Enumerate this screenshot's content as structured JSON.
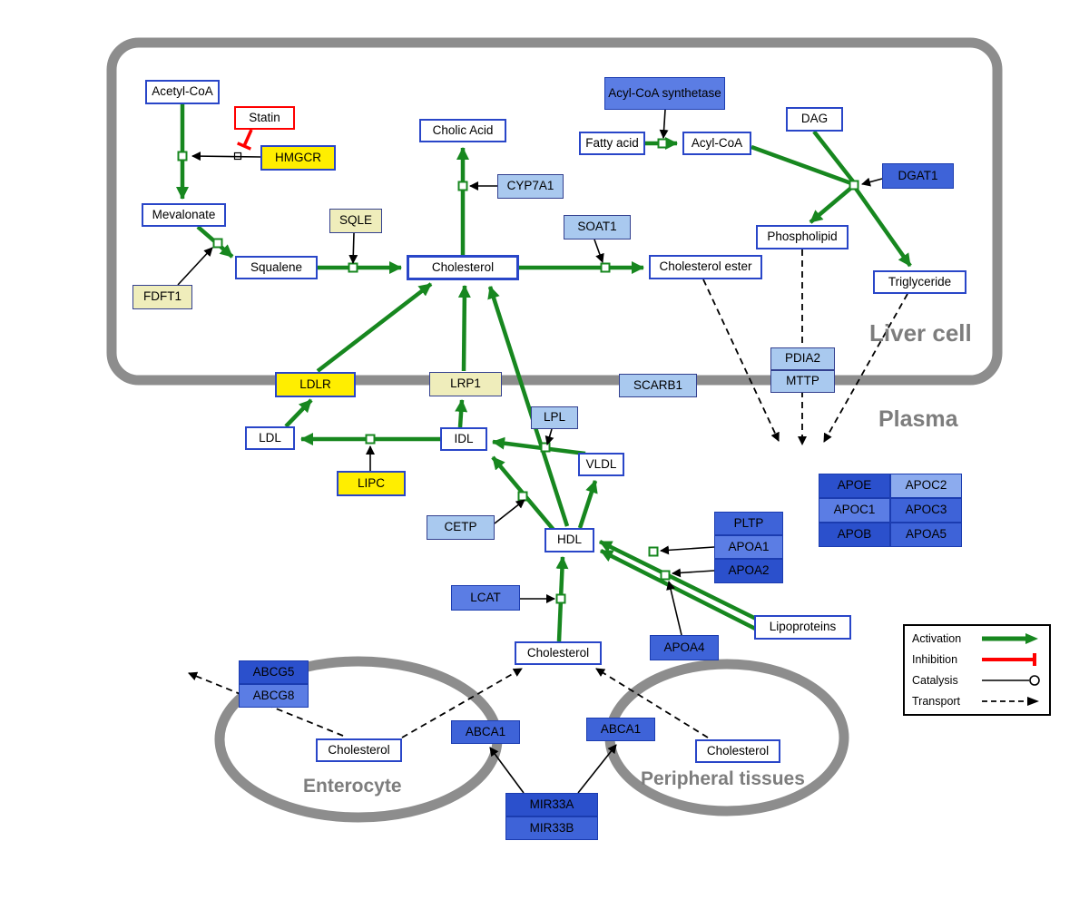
{
  "compartments": {
    "liver": "Liver cell",
    "plasma": "Plasma",
    "enterocyte": "Enterocyte",
    "peripheral": "Peripheral tissues"
  },
  "nodes": {
    "acetyl_coa": "Acetyl-CoA",
    "statin": "Statin",
    "hmgcr": "HMGCR",
    "mevalonate": "Mevalonate",
    "sqle": "SQLE",
    "fdft1": "FDFT1",
    "squalene": "Squalene",
    "cholesterol_liver": "Cholesterol",
    "cholic_acid": "Cholic Acid",
    "cyp7a1": "CYP7A1",
    "soat1": "SOAT1",
    "cholesterol_ester": "Cholesterol ester",
    "acyl_coa_synthetase": "Acyl-CoA synthetase",
    "fatty_acid": "Fatty acid",
    "acyl_coa": "Acyl-CoA",
    "dag": "DAG",
    "dgat1": "DGAT1",
    "phospholipid": "Phospholipid",
    "triglyceride": "Triglyceride",
    "pdia2": "PDIA2",
    "mttp": "MTTP",
    "ldlr": "LDLR",
    "lrp1": "LRP1",
    "scarb1": "SCARB1",
    "ldl": "LDL",
    "idl": "IDL",
    "lpl": "LPL",
    "vldl": "VLDL",
    "lipc": "LIPC",
    "cetp": "CETP",
    "hdl": "HDL",
    "lcat": "LCAT",
    "pltp": "PLTP",
    "apoa1": "APOA1",
    "apoa2": "APOA2",
    "apoa4": "APOA4",
    "lipoproteins": "Lipoproteins",
    "apoe": "APOE",
    "apoc2": "APOC2",
    "apoc1": "APOC1",
    "apoc3": "APOC3",
    "apob": "APOB",
    "apoa5": "APOA5",
    "cholesterol_plasma": "Cholesterol",
    "abcg5": "ABCG5",
    "abcg8": "ABCG8",
    "cholesterol_enterocyte": "Cholesterol",
    "abca1_left": "ABCA1",
    "abca1_right": "ABCA1",
    "cholesterol_peripheral": "Cholesterol",
    "mir33a": "MIR33A",
    "mir33b": "MIR33B"
  },
  "legend": {
    "activation": "Activation",
    "inhibition": "Inhibition",
    "catalysis": "Catalysis",
    "transport": "Transport"
  },
  "colors": {
    "activation_green": "#17871f",
    "inhibition_red": "#ff0000",
    "compartment_gray": "#8d8d8d",
    "metabolite_border_blue": "#2946c8",
    "gene_yellow": "#ffee00",
    "gene_pale_yellow": "#efedbb",
    "gene_light_blue": "#a9c9ef",
    "gene_blue": "#3e63d8",
    "gene_dark_blue": "#2b50cc"
  }
}
